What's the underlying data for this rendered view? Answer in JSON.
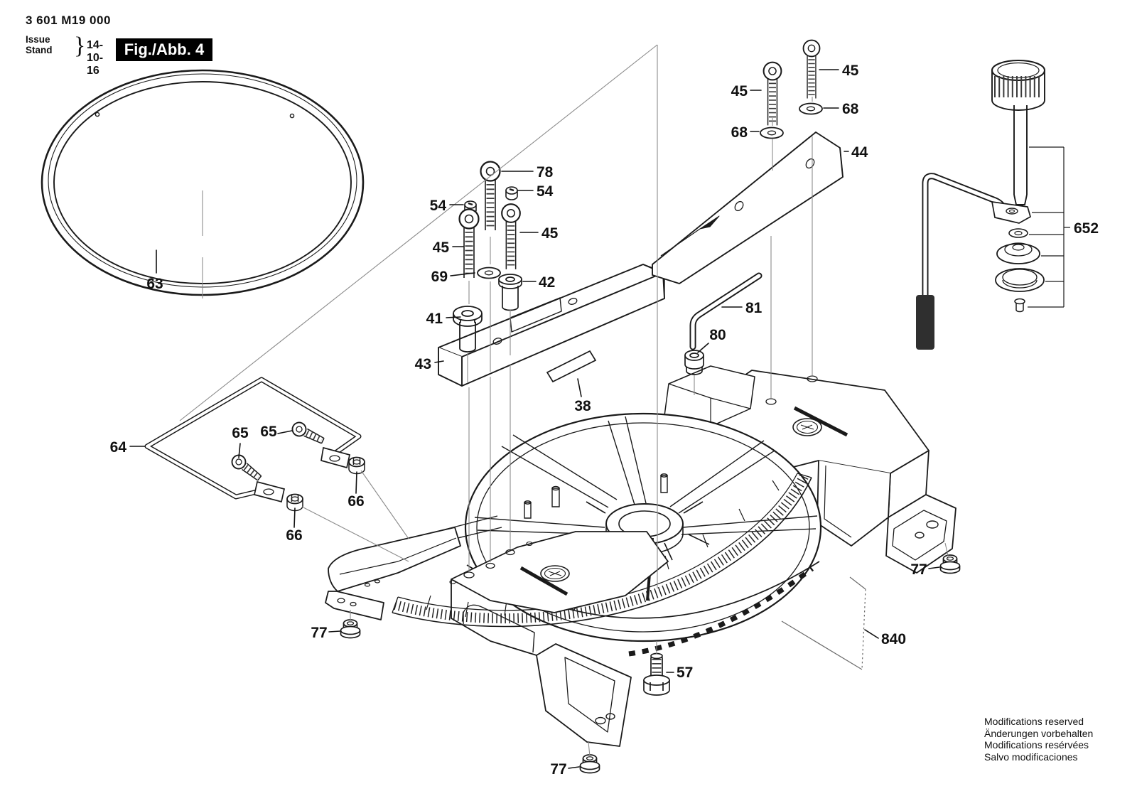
{
  "header": {
    "part_number": "3 601 M19 000",
    "issue_label": "Issue",
    "stand_label": "Stand",
    "brace": "}",
    "date": "14-10-16",
    "figure_label": "Fig./Abb. 4"
  },
  "labels": {
    "n38": "38",
    "n41": "41",
    "n42": "42",
    "n43": "43",
    "n44": "44",
    "n45": "45",
    "n54": "54",
    "n57": "57",
    "n63": "63",
    "n64": "64",
    "n65": "65",
    "n66": "66",
    "n68": "68",
    "n69": "69",
    "n77": "77",
    "n78": "78",
    "n80": "80",
    "n81": "81",
    "n652": "652",
    "n840": "840"
  },
  "footer": {
    "lines": [
      "Modifications reserved",
      "Änderungen vorbehalten",
      "Modifications resérvées",
      "Salvo modificaciones"
    ]
  },
  "colors": {
    "line": "#1a1a1a",
    "projection": "#8c8c8c",
    "figure_box_bg": "#000000",
    "figure_box_text": "#ffffff",
    "background": "#ffffff"
  }
}
